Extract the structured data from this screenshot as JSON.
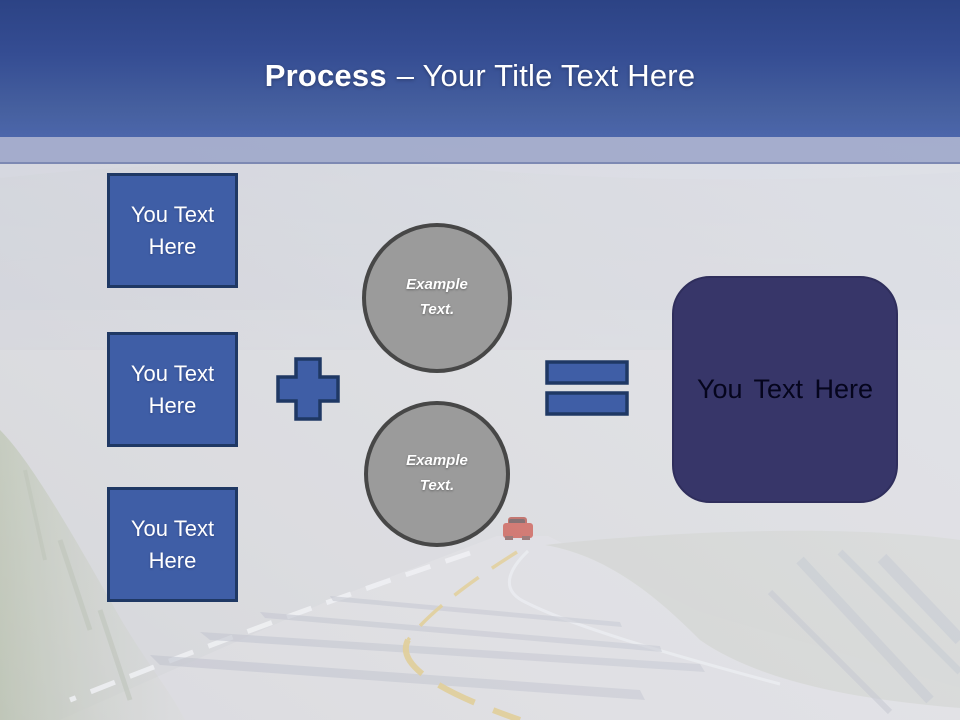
{
  "slide": {
    "title_bold": "Process",
    "title_rest": "– Your Title Text Here"
  },
  "left_boxes": [
    {
      "label": "You Text Here"
    },
    {
      "label": "You Text Here"
    },
    {
      "label": "You Text Here"
    }
  ],
  "operators": {
    "plus_icon": "plus",
    "equals_icon": "equals"
  },
  "example_circles": [
    {
      "label": "Example Text."
    },
    {
      "label": "Example Text."
    }
  ],
  "result_box": {
    "label": "You Text Here"
  },
  "scene": {
    "background": "hazy country road photo, washed out",
    "elements": [
      "road",
      "yellow-center-line",
      "white-edge-lines",
      "red-car",
      "grass-left",
      "trees-right",
      "fog"
    ]
  },
  "colors": {
    "header_blue_top": "#2c4385",
    "header_blue_bottom": "#4c66ab",
    "band_blue": "#98a2c7",
    "shape_blue": "#3f5ea6",
    "shape_border_navy": "#1f3864",
    "circle_gray": "#9b9b9b",
    "circle_border_gray": "#474747",
    "result_navy": "#373669",
    "background_gray": "#d2d3d7",
    "road_yellow": "#dcc173",
    "car_red": "#c0392e",
    "title_white": "#ffffff"
  }
}
